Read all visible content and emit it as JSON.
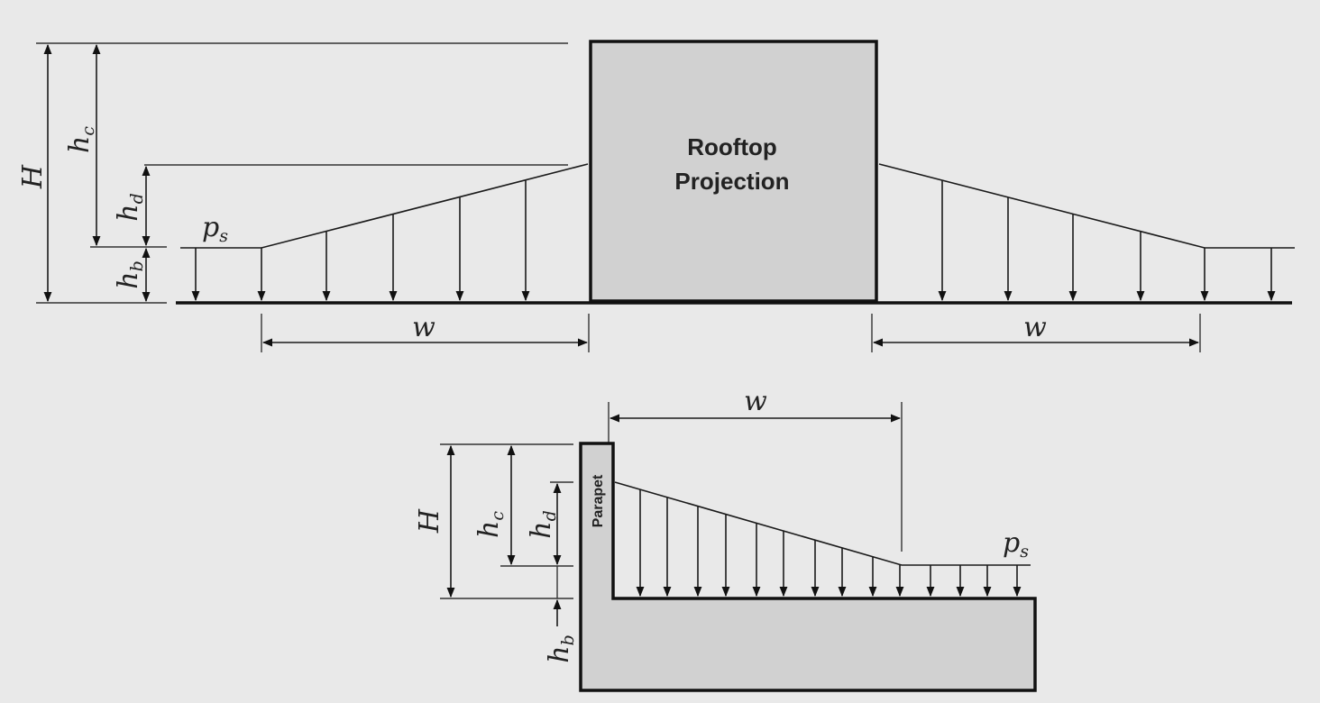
{
  "labels": {
    "rooftop_line1": "Rooftop",
    "rooftop_line2": "Projection",
    "parapet": "Parapet",
    "H": "H",
    "h": "h",
    "c": "c",
    "d": "d",
    "b": "b",
    "p": "p",
    "s": "s",
    "w": "w"
  }
}
